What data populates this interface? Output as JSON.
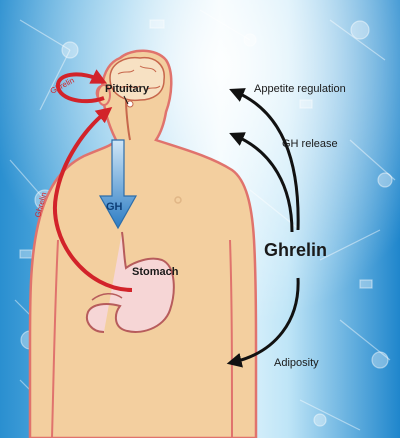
{
  "labels": {
    "pituitary": "Pituitary",
    "gh": "GH",
    "stomach": "Stomach",
    "ghrelin_left": "Ghrelin",
    "ghrelin_body": "Ghrelin",
    "ghrelin_main": "Ghrelin",
    "appetite": "Appetite regulation",
    "gh_release": "GH release",
    "adiposity": "Adiposity"
  },
  "colors": {
    "skin": "#f3cf9f",
    "outline": "#e0736d",
    "red_arrow": "#d2232a",
    "blue_arrow": "#3f86c9",
    "text": "#1a1a1a",
    "bg_light": "#dff2fb",
    "bg_dark": "#1a82c8"
  }
}
